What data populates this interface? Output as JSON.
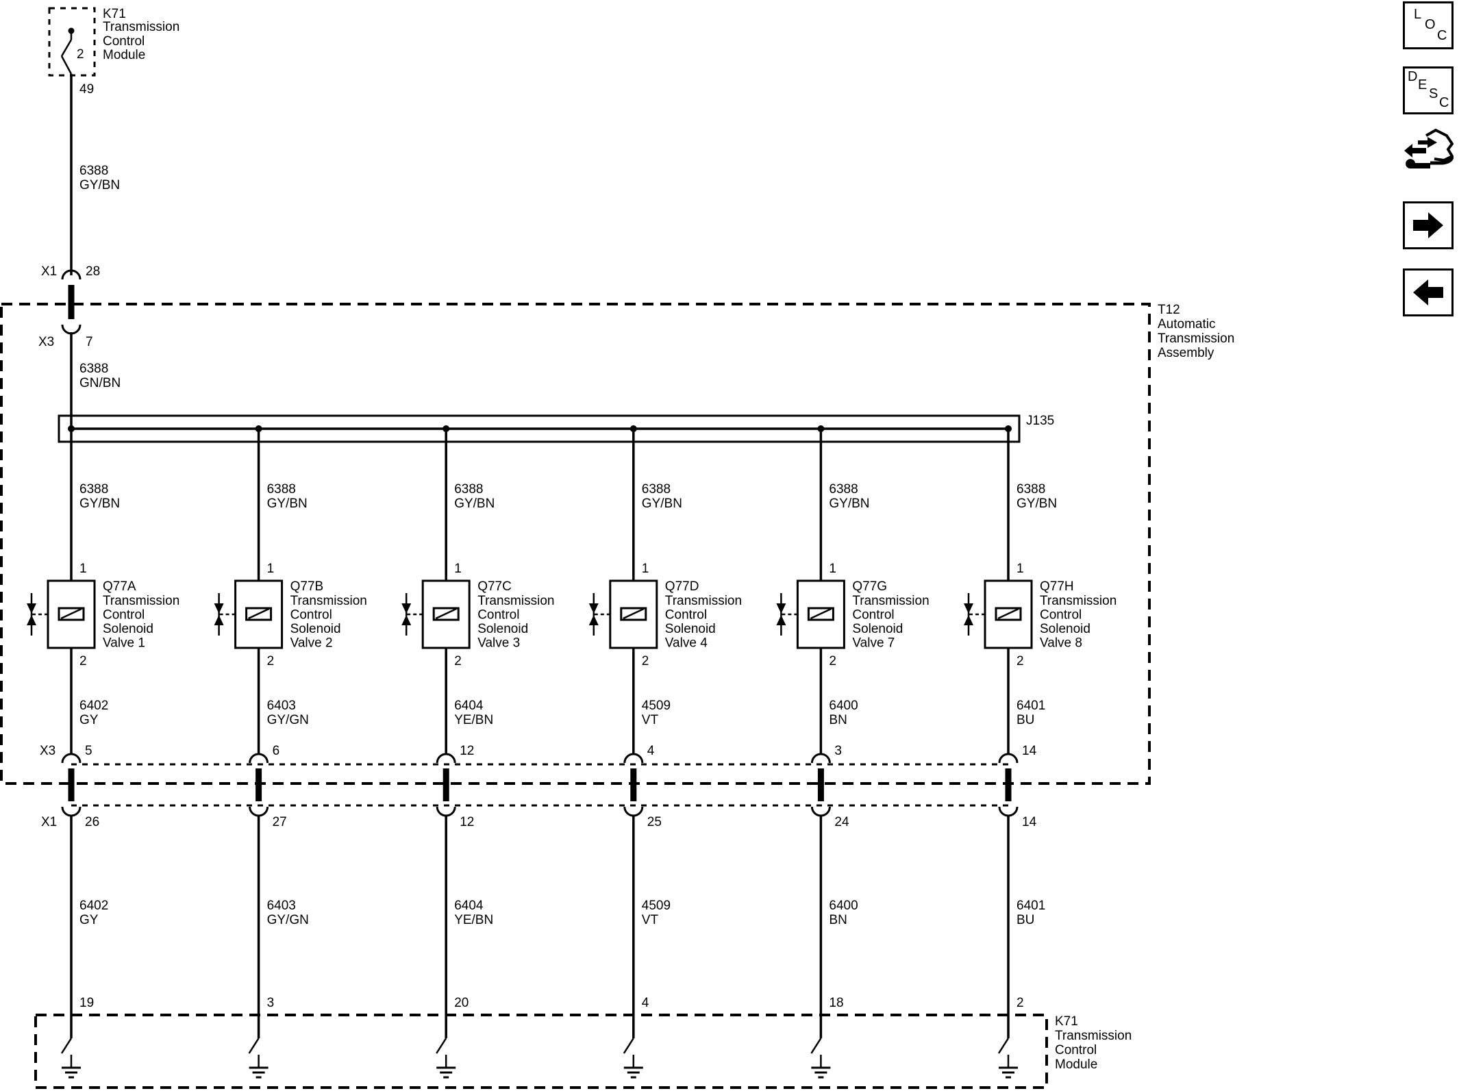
{
  "top_module": {
    "ref": "K71",
    "name_lines": [
      "Transmission",
      "Control",
      "Module"
    ],
    "switch_pin": "2",
    "out_pin": "49"
  },
  "top_wire": {
    "circuit": "6388",
    "color": "GY/BN"
  },
  "connector_x1_top": {
    "name": "X1",
    "pin": "28"
  },
  "connector_x3_top": {
    "name": "X3",
    "pin": "7"
  },
  "feed_wire": {
    "circuit": "6388",
    "color": "GN/BN"
  },
  "assembly": {
    "ref": "T12",
    "name_lines": [
      "Automatic",
      "Transmission",
      "Assembly"
    ]
  },
  "splice": {
    "ref": "J135"
  },
  "solenoids": [
    {
      "ref": "Q77A",
      "name_lines": [
        "Transmission",
        "Control",
        "Solenoid",
        "Valve 1"
      ],
      "pin_top": "1",
      "pin_bottom": "2",
      "feed_circuit": "6388",
      "feed_color": "GY/BN",
      "out_circuit": "6402",
      "out_color": "GY",
      "x3_pin": "5",
      "x1_pin": "26",
      "tcm_pin": "19"
    },
    {
      "ref": "Q77B",
      "name_lines": [
        "Transmission",
        "Control",
        "Solenoid",
        "Valve 2"
      ],
      "pin_top": "1",
      "pin_bottom": "2",
      "feed_circuit": "6388",
      "feed_color": "GY/BN",
      "out_circuit": "6403",
      "out_color": "GY/GN",
      "x3_pin": "6",
      "x1_pin": "27",
      "tcm_pin": "3"
    },
    {
      "ref": "Q77C",
      "name_lines": [
        "Transmission",
        "Control",
        "Solenoid",
        "Valve 3"
      ],
      "pin_top": "1",
      "pin_bottom": "2",
      "feed_circuit": "6388",
      "feed_color": "GY/BN",
      "out_circuit": "6404",
      "out_color": "YE/BN",
      "x3_pin": "12",
      "x1_pin": "12",
      "tcm_pin": "20"
    },
    {
      "ref": "Q77D",
      "name_lines": [
        "Transmission",
        "Control",
        "Solenoid",
        "Valve 4"
      ],
      "pin_top": "1",
      "pin_bottom": "2",
      "feed_circuit": "6388",
      "feed_color": "GY/BN",
      "out_circuit": "4509",
      "out_color": "VT",
      "x3_pin": "4",
      "x1_pin": "25",
      "tcm_pin": "4"
    },
    {
      "ref": "Q77G",
      "name_lines": [
        "Transmission",
        "Control",
        "Solenoid",
        "Valve 7"
      ],
      "pin_top": "1",
      "pin_bottom": "2",
      "feed_circuit": "6388",
      "feed_color": "GY/BN",
      "out_circuit": "6400",
      "out_color": "BN",
      "x3_pin": "3",
      "x1_pin": "24",
      "tcm_pin": "18"
    },
    {
      "ref": "Q77H",
      "name_lines": [
        "Transmission",
        "Control",
        "Solenoid",
        "Valve 8"
      ],
      "pin_top": "1",
      "pin_bottom": "2",
      "feed_circuit": "6388",
      "feed_color": "GY/BN",
      "out_circuit": "6401",
      "out_color": "BU",
      "x3_pin": "14",
      "x1_pin": "14",
      "tcm_pin": "2"
    }
  ],
  "connector_x3_bottom": {
    "name": "X3"
  },
  "connector_x1_bottom": {
    "name": "X1"
  },
  "bottom_module": {
    "ref": "K71",
    "name_lines": [
      "Transmission",
      "Control",
      "Module"
    ]
  },
  "nav": {
    "loc": {
      "top": "L",
      "mid": "O",
      "bot": "C"
    },
    "desc": {
      "c1": "D",
      "c2": "E",
      "c3": "S",
      "c4": "C"
    },
    "icons": [
      "component-view-icon",
      "next-arrow-icon",
      "previous-arrow-icon"
    ]
  }
}
